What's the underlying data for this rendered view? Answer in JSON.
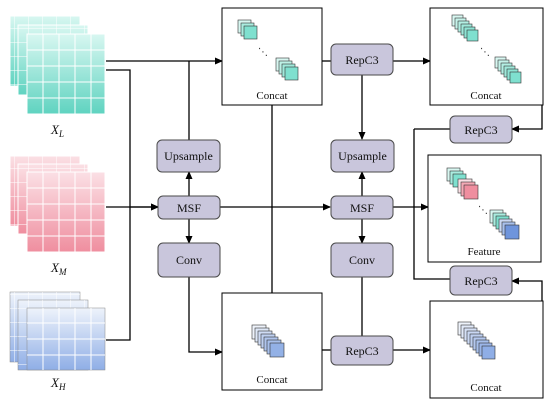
{
  "inputs": {
    "low": {
      "label": "X",
      "sub": "L"
    },
    "mid": {
      "label": "X",
      "sub": "M"
    },
    "high": {
      "label": "X",
      "sub": "H"
    }
  },
  "blocks": {
    "upsample": "Upsample",
    "msf": "MSF",
    "conv": "Conv",
    "repc3": "RepC3"
  },
  "captions": {
    "concat": "Concat",
    "feature": "Feature"
  },
  "colors": {
    "block_fill": "#c9c6dc",
    "block_stroke": "#4a4a4a",
    "teal": "#7fe0cf",
    "pink": "#f4a9b5",
    "blue": "#a8c0ec",
    "edge": "#000000"
  }
}
